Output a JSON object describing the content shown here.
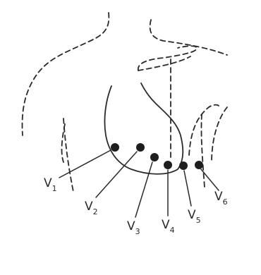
{
  "leads": [
    {
      "label": "V",
      "sub": "1"
    },
    {
      "label": "V",
      "sub": "2"
    },
    {
      "label": "V",
      "sub": "3"
    },
    {
      "label": "V",
      "sub": "4"
    },
    {
      "label": "V",
      "sub": "5"
    },
    {
      "label": "V",
      "sub": "6"
    }
  ],
  "colors": {
    "ink": "#2a2a2a",
    "electrode": "#1e1e1e",
    "background": "#ffffff"
  }
}
